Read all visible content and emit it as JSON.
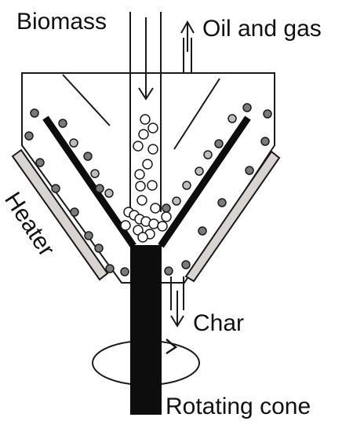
{
  "labels": {
    "biomass": "Biomass",
    "oil_and_gas": "Oil and gas",
    "heater": "Heater",
    "char": "Char",
    "rotating_cone": "Rotating cone"
  },
  "colors": {
    "stroke": "#1a1a1a",
    "heater_fill": "#d9d4d2",
    "particle_dark": "#7a7a7a",
    "particle_light": "#bdbdbd",
    "cone_wall": "#0d0d0d",
    "biomass_particle": "#ffffff"
  }
}
